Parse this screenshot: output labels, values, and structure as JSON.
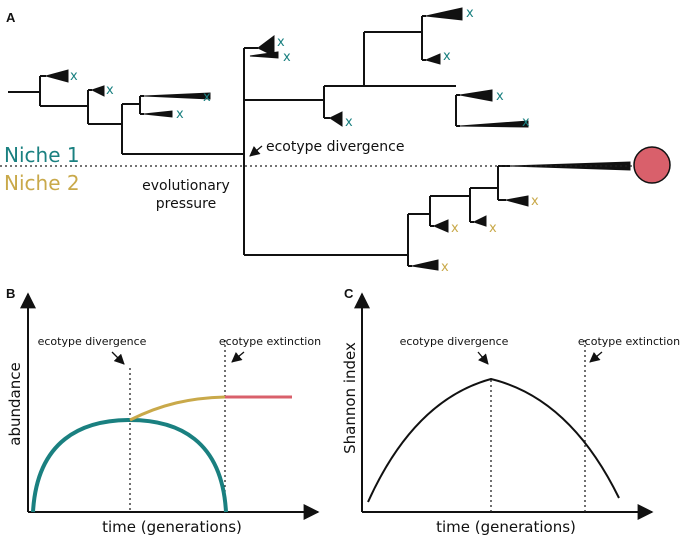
{
  "panels": {
    "a": "A",
    "b": "B",
    "c": "C"
  },
  "panel_a": {
    "niche1": "Niche 1",
    "niche2": "Niche 2",
    "pressure_line1": "evolutionary",
    "pressure_line2": "pressure",
    "divergence": "ecotype divergence",
    "extinct_mark": "x"
  },
  "panel_b": {
    "ylabel": "abundance",
    "xlabel": "time (generations)",
    "divergence": "ecotype divergence",
    "extinction": "ecotype extinction"
  },
  "panel_c": {
    "ylabel": "Shannon index",
    "xlabel": "time (generations)",
    "divergence": "ecotype divergence",
    "extinction": "ecotype extinction"
  },
  "colors": {
    "niche1": "#1a8080",
    "niche2": "#c9a94a",
    "survivor": "#d9606b",
    "line": "#111111"
  }
}
